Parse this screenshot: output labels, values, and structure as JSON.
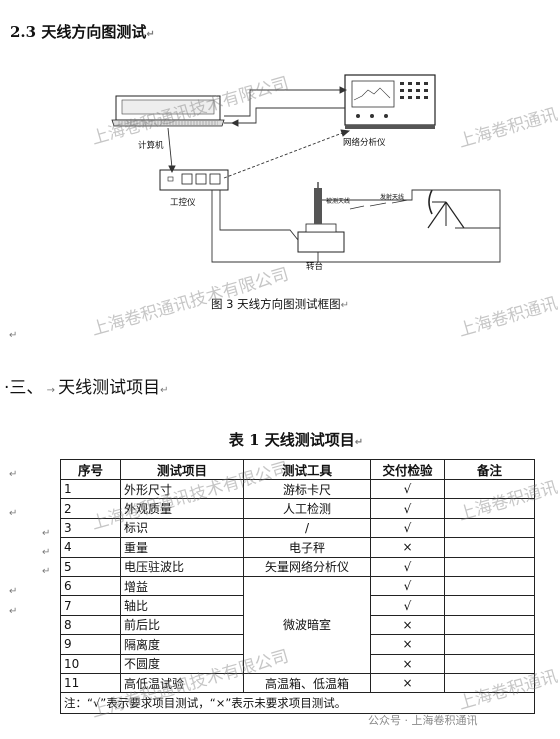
{
  "section_title": "2.3 天线方向图测试",
  "figure": {
    "labels": {
      "computer": "计算机",
      "network_analyzer": "网络分析仪",
      "controller": "工控仪",
      "receive_antenna": "被测天线",
      "transmit_antenna": "发射天线",
      "turntable": "转台"
    },
    "caption": "图 3  天线方向图测试框图"
  },
  "heading": {
    "number": "三、",
    "text": "天线测试项目"
  },
  "table": {
    "title": "表 1  天线测试项目",
    "columns": [
      "序号",
      "测试项目",
      "测试工具",
      "交付检验",
      "备注"
    ],
    "rows": [
      {
        "no": "1",
        "item": "外形尺寸",
        "tool": "游标卡尺",
        "check": "√",
        "remark": ""
      },
      {
        "no": "2",
        "item": "外观质量",
        "tool": "人工检测",
        "check": "√",
        "remark": ""
      },
      {
        "no": "3",
        "item": "标识",
        "tool": "/",
        "check": "√",
        "remark": ""
      },
      {
        "no": "4",
        "item": "重量",
        "tool": "电子秤",
        "check": "×",
        "remark": ""
      },
      {
        "no": "5",
        "item": "电压驻波比",
        "tool": "矢量网络分析仪",
        "check": "√",
        "remark": ""
      },
      {
        "no": "6",
        "item": "增益",
        "tool": "",
        "check": "√",
        "remark": ""
      },
      {
        "no": "7",
        "item": "轴比",
        "tool": "",
        "check": "√",
        "remark": ""
      },
      {
        "no": "8",
        "item": "前后比",
        "tool": "",
        "check": "×",
        "remark": ""
      },
      {
        "no": "9",
        "item": "隔离度",
        "tool": "",
        "check": "×",
        "remark": ""
      },
      {
        "no": "10",
        "item": "不圆度",
        "tool": "",
        "check": "×",
        "remark": ""
      },
      {
        "no": "11",
        "item": "高低温试验",
        "tool": "高温箱、低温箱",
        "check": "×",
        "remark": ""
      }
    ],
    "merged_tool": "微波暗室",
    "note": "注：“√”表示要求项目测试，“×”表示未要求项目测试。"
  },
  "watermark": "上海卷积通讯技术有限公司",
  "watermark_short": "上海卷积通讯",
  "footer_mark": "公众号 · 上海卷积通讯",
  "paragraph_mark": "↵"
}
